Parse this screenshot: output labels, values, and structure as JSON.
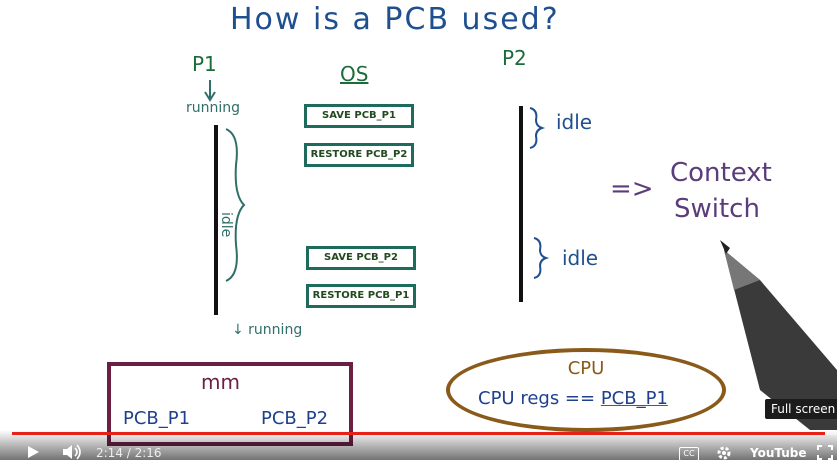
{
  "slide": {
    "title": "How is a PCB used?",
    "p1_label": "P1",
    "os_label": "OS",
    "p2_label": "P2",
    "running_top": "running",
    "running_bottom": "↓ running",
    "idle_p1": "idle",
    "idle_p2_top": "idle",
    "idle_p2_bottom": "idle",
    "os_steps": [
      "SAVE PCB_P1",
      "RESTORE PCB_P2",
      "SAVE PCB_P2",
      "RESTORE PCB_P1"
    ],
    "arrow": "=>",
    "context_line1": "Context",
    "context_line2": "Switch",
    "mm": {
      "title": "mm",
      "pcb1": "PCB_P1",
      "pcb2": "PCB_P2"
    },
    "cpu": {
      "title": "CPU",
      "regs_prefix": "CPU regs == ",
      "regs_value": "PCB_P1"
    }
  },
  "player": {
    "time_display": "2:14 / 2:16",
    "progress_fraction": 0.985,
    "fullscreen_tooltip": "Full screen",
    "cc_label": "CC",
    "logo": "YouTube",
    "colors": {
      "progress": "#e62117"
    }
  }
}
